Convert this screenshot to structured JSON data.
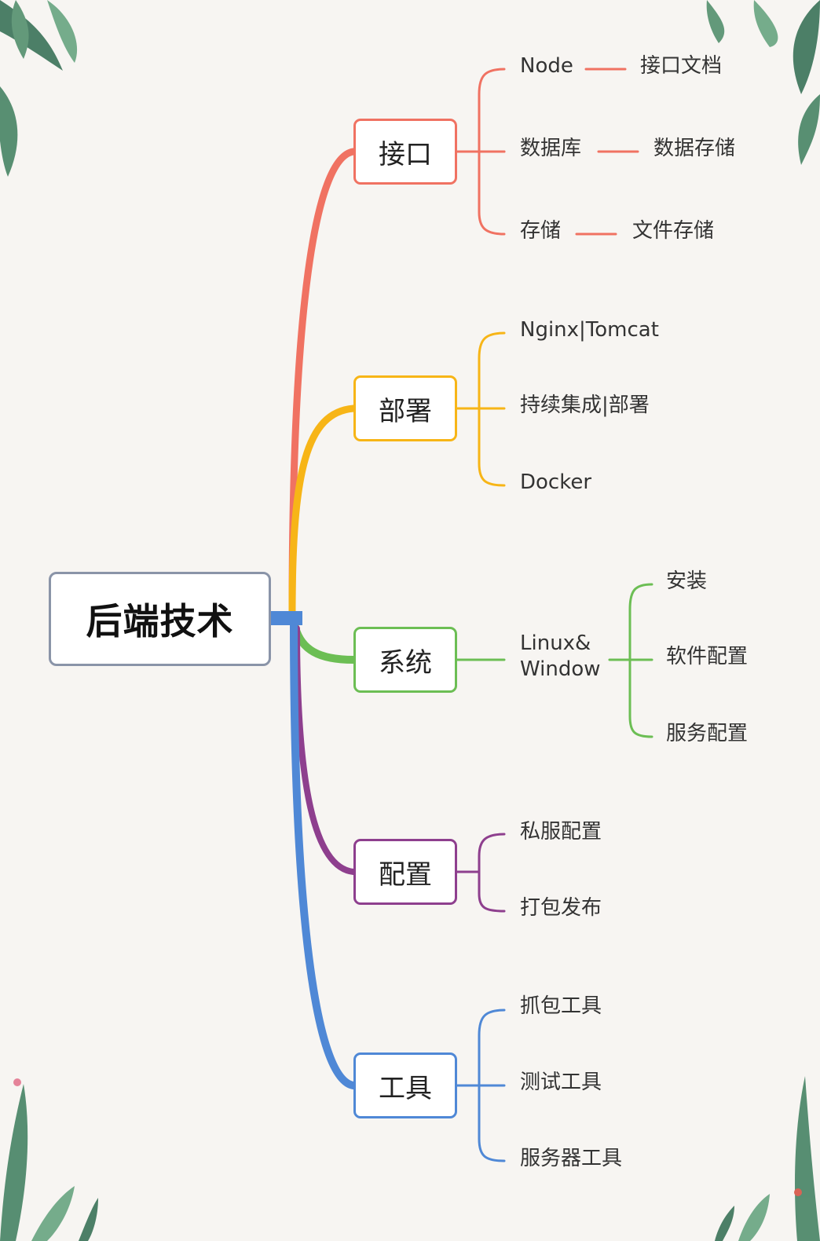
{
  "root": {
    "label": "后端技术"
  },
  "colors": {
    "root_border": "#8a94a8",
    "interface": "#f07262",
    "deploy": "#f7b517",
    "system": "#6cbe54",
    "config": "#8e3f8e",
    "tools": "#4f88d6",
    "foliage_dark": "#2f6b4f",
    "foliage_light": "#5fa07a"
  },
  "branches": [
    {
      "id": "interface",
      "label": "接口",
      "children": [
        {
          "label": "Node",
          "child": "接口文档"
        },
        {
          "label": "数据库",
          "child": "数据存储"
        },
        {
          "label": "存储",
          "child": "文件存储"
        }
      ]
    },
    {
      "id": "deploy",
      "label": "部署",
      "children": [
        {
          "label": "Nginx|Tomcat"
        },
        {
          "label": "持续集成|部署"
        },
        {
          "label": "Docker"
        }
      ]
    },
    {
      "id": "system",
      "label": "系统",
      "children": [
        {
          "label_lines": [
            "Linux&",
            "Window"
          ],
          "children": [
            "安装",
            "软件配置",
            "服务配置"
          ]
        }
      ]
    },
    {
      "id": "config",
      "label": "配置",
      "children": [
        {
          "label": "私服配置"
        },
        {
          "label": "打包发布"
        }
      ]
    },
    {
      "id": "tools",
      "label": "工具",
      "children": [
        {
          "label": "抓包工具"
        },
        {
          "label": "测试工具"
        },
        {
          "label": "服务器工具"
        }
      ]
    }
  ]
}
